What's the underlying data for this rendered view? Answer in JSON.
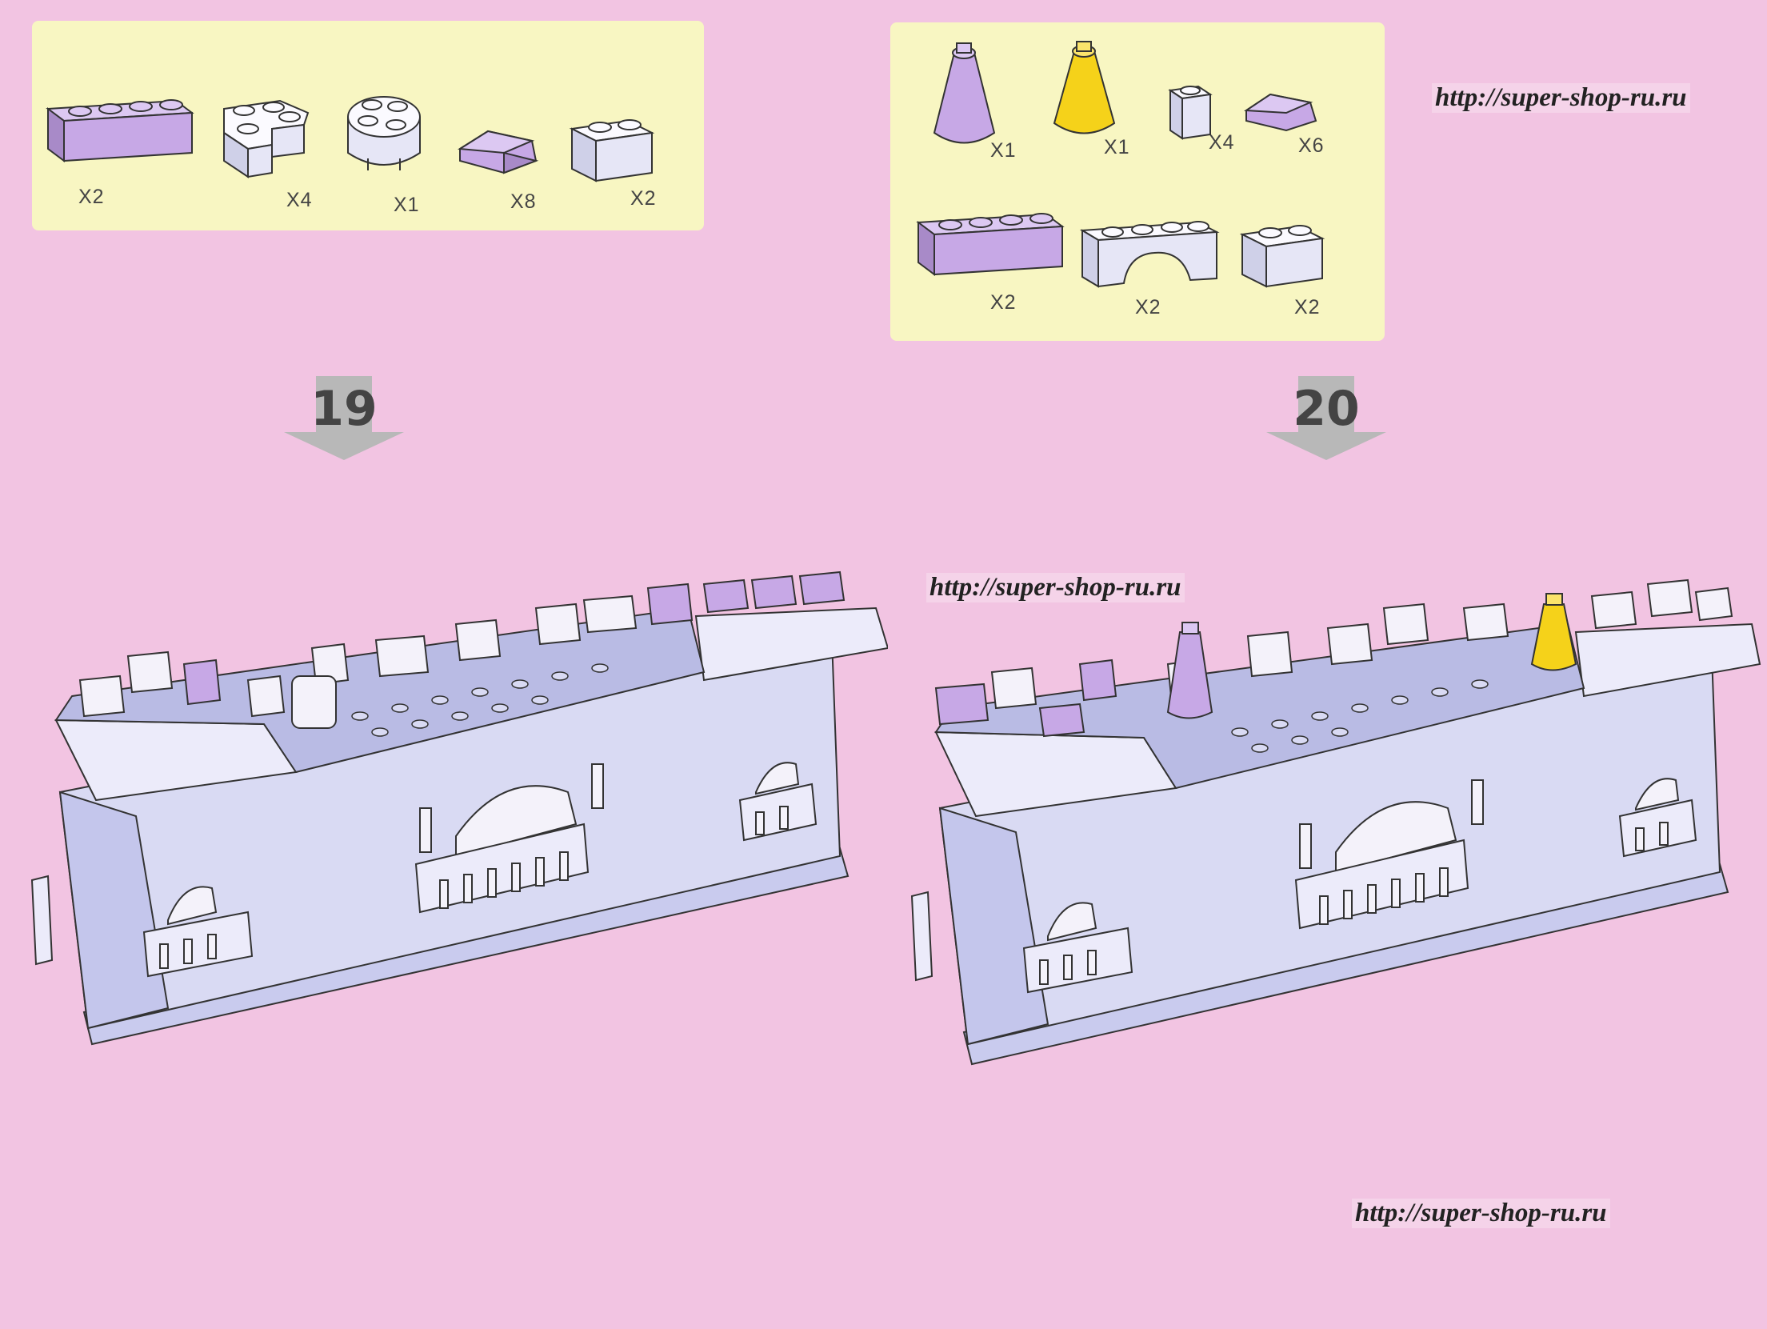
{
  "watermarks": {
    "top_right": "http://super-shop-ru.ru",
    "middle": "http://super-shop-ru.ru",
    "bottom_right": "http://super-shop-ru.ru"
  },
  "steps": [
    {
      "number": "19",
      "parts": [
        {
          "icon": "lavender-brick-1x4-icon",
          "qty": "X2"
        },
        {
          "icon": "white-corner-brick-icon",
          "qty": "X4"
        },
        {
          "icon": "white-round-brick-2x2-icon",
          "qty": "X1"
        },
        {
          "icon": "lavender-slope-tile-icon",
          "qty": "X8"
        },
        {
          "icon": "white-brick-1x2-icon",
          "qty": "X2"
        }
      ]
    },
    {
      "number": "20",
      "parts": [
        {
          "icon": "lavender-cone-icon",
          "qty": "X1"
        },
        {
          "icon": "yellow-cone-icon",
          "qty": "X1"
        },
        {
          "icon": "white-brick-1x1-icon",
          "qty": "X4"
        },
        {
          "icon": "lavender-slope-tile-icon",
          "qty": "X6"
        },
        {
          "icon": "lavender-brick-1x4-icon",
          "qty": "X2"
        },
        {
          "icon": "white-arch-brick-icon",
          "qty": "X2"
        },
        {
          "icon": "white-brick-1x2-icon",
          "qty": "X2"
        }
      ]
    }
  ],
  "colors": {
    "page_background": "#f2c4e2",
    "parts_panel": "#f8f6c2",
    "lavender_brick": "#c7a8e6",
    "white_brick": "#f4f2fa",
    "yellow_brick": "#f5d21a",
    "wall": "#d9daf3"
  }
}
